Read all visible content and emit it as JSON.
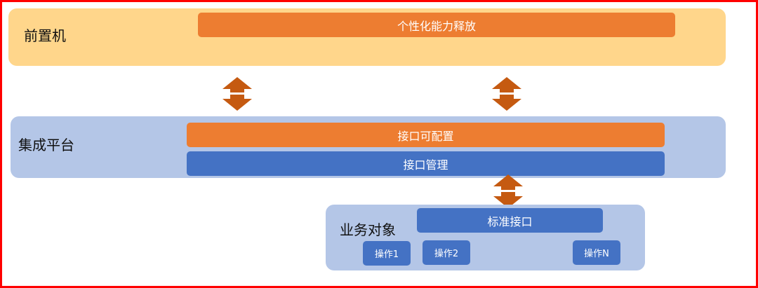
{
  "front": {
    "label": "前置机",
    "bar": "个性化能力释放"
  },
  "integration": {
    "label": "集成平台",
    "bar_config": "接口可配置",
    "bar_manage": "接口管理"
  },
  "business": {
    "label": "业务对象",
    "bar_standard": "标准接口",
    "ops": [
      "操作1",
      "操作2",
      "操作N"
    ]
  },
  "colors": {
    "front_panel": "#ffd68b",
    "platform_panel": "#b4c6e7",
    "orange": "#ed7d31",
    "blue": "#4472c4",
    "arrow": "#c55a11",
    "frame": "#ff0000"
  }
}
